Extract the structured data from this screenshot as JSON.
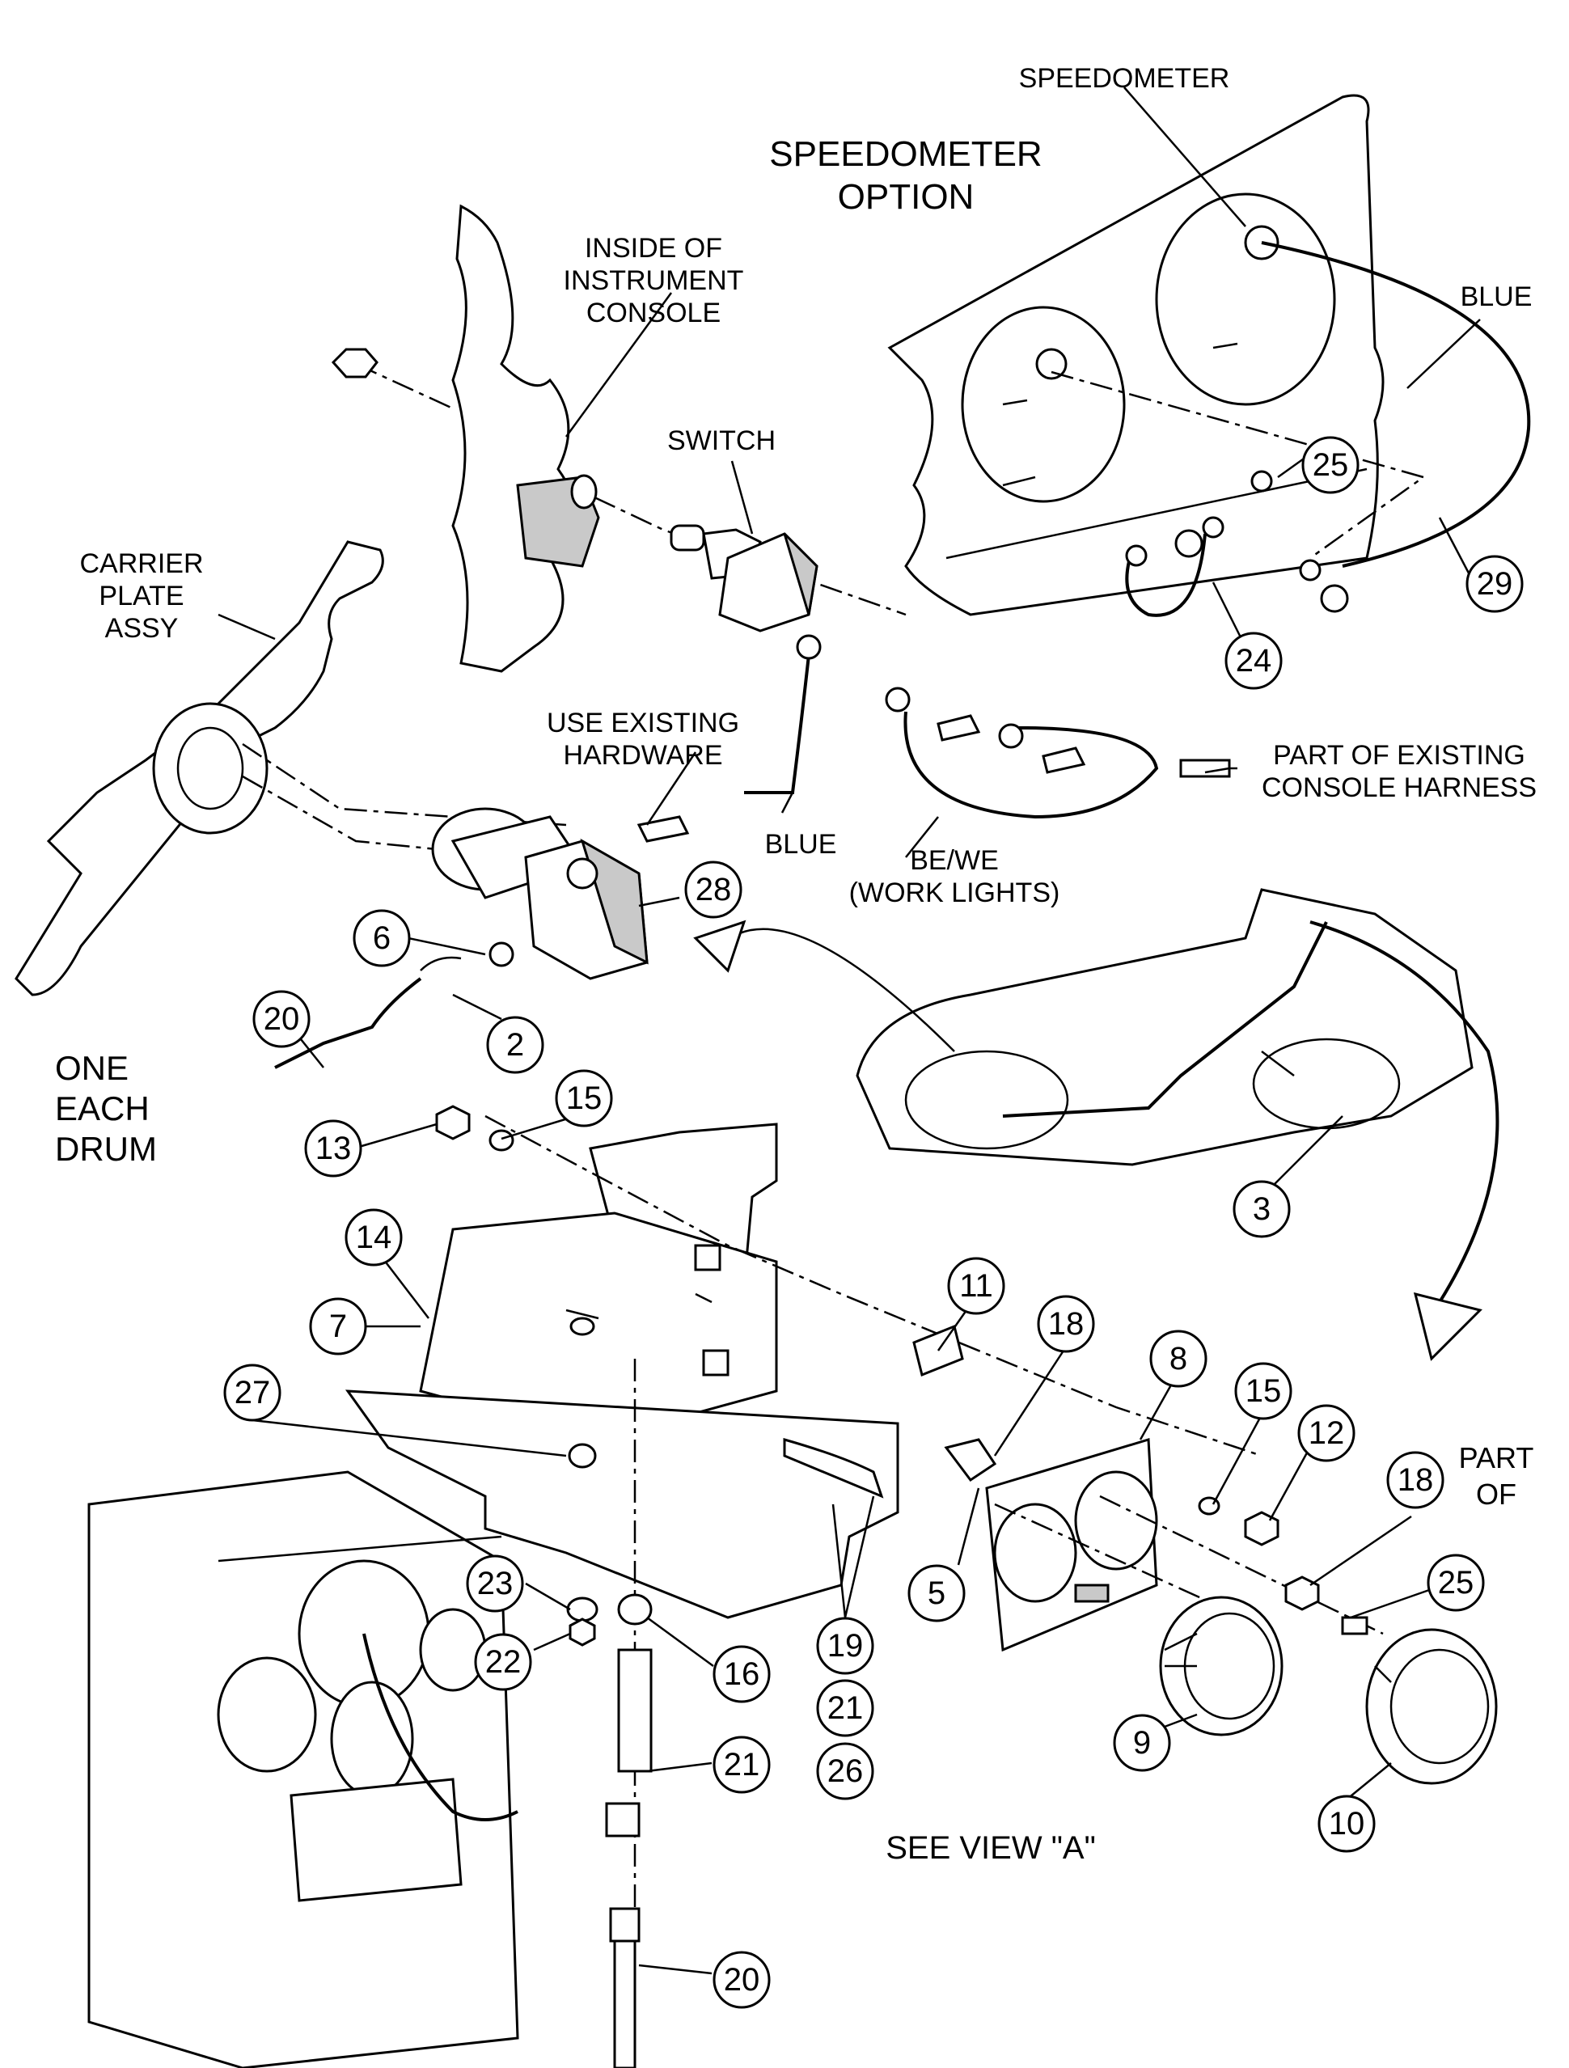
{
  "labels": {
    "speedometer": "SPEEDOMETER",
    "speedometer_option_line1": "SPEEDOMETER",
    "speedometer_option_line2": "OPTION",
    "inside_console_line1": "INSIDE OF",
    "inside_console_line2": "INSTRUMENT",
    "inside_console_line3": "CONSOLE",
    "blue_top": "BLUE",
    "switch": "SWITCH",
    "carrier_line1": "CARRIER",
    "carrier_line2": "PLATE",
    "carrier_line3": "ASSY",
    "use_existing_line1": "USE EXISTING",
    "use_existing_line2": "HARDWARE",
    "part_existing_line1": "PART OF EXISTING",
    "part_existing_line2": "CONSOLE HARNESS",
    "blue_bottom": "BLUE",
    "bewe_line1": "BE/WE",
    "bewe_line2": "(WORK LIGHTS)",
    "one_each_line1": "ONE",
    "one_each_line2": "EACH",
    "one_each_line3": "DRUM",
    "part_of_line1": "PART",
    "part_of_line2": "OF",
    "see_view": "SEE VIEW \"A\""
  },
  "callouts": {
    "c25a": "25",
    "c29": "29",
    "c24": "24",
    "c28": "28",
    "c6": "6",
    "c20a": "20",
    "c2": "2",
    "c13": "13",
    "c15a": "15",
    "c3": "3",
    "c14": "14",
    "c7": "7",
    "c11": "11",
    "c18a": "18",
    "c8": "8",
    "c27": "27",
    "c15b": "15",
    "c12": "12",
    "c18b": "18",
    "c25b": "25",
    "c5": "5",
    "c23": "23",
    "c22": "22",
    "c16": "16",
    "c19": "19",
    "c21a": "21",
    "c26": "26",
    "c21b": "21",
    "c9": "9",
    "c10": "10",
    "c20b": "20"
  },
  "colors": {
    "line": "#000000",
    "background": "#ffffff",
    "shading": "#c9c9c9"
  }
}
